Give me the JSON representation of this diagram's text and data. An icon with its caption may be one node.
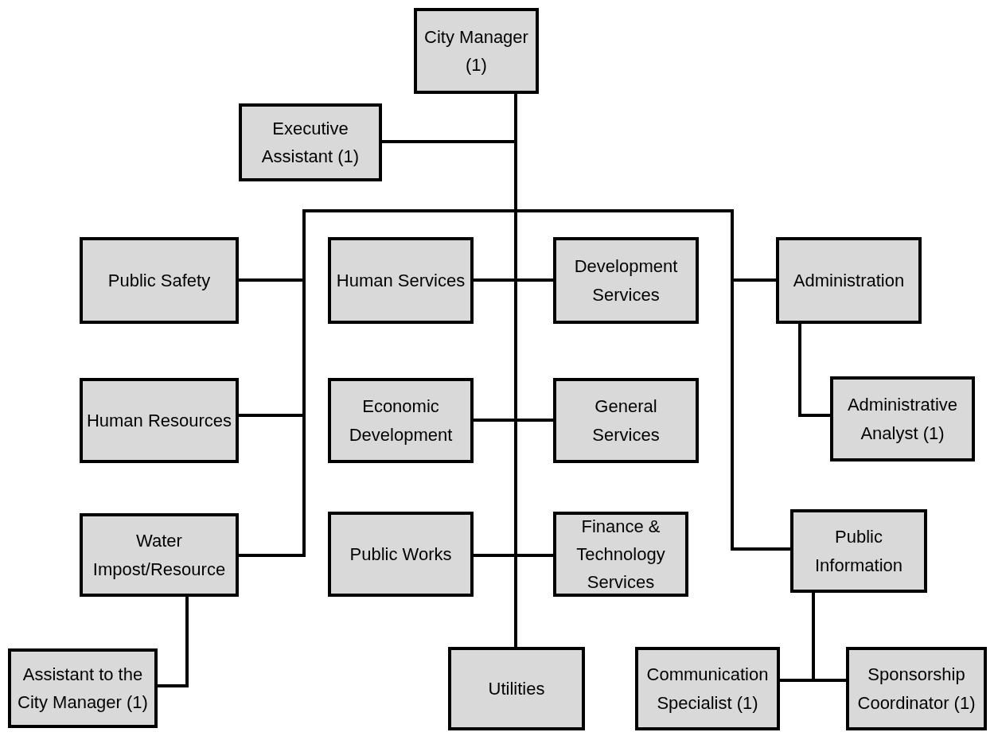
{
  "diagram": {
    "nodes": [
      {
        "text": [
          "City Manager (1)"
        ]
      },
      {
        "text": [
          "Executive Assistant (1)"
        ]
      },
      {
        "text": [
          "Public Safety"
        ]
      },
      {
        "text": [
          "Human Services"
        ]
      },
      {
        "text": [
          "Development Services"
        ]
      },
      {
        "text": [
          "Administration"
        ]
      },
      {
        "text": [
          "Human Resources"
        ]
      },
      {
        "text": [
          "Economic Development"
        ]
      },
      {
        "text": [
          "General Services"
        ]
      },
      {
        "text": [
          "Administrative Analyst (1)"
        ]
      },
      {
        "text": [
          "Water Impost/Resource"
        ]
      },
      {
        "text": [
          "Public Works"
        ]
      },
      {
        "text": [
          "Finance & Technology Services"
        ]
      },
      {
        "text": [
          "Public Information"
        ]
      },
      {
        "text": [
          "Assistant to the City Manager (1)"
        ]
      },
      {
        "text": [
          "Utilities"
        ]
      },
      {
        "text": [
          "Communication Specialist (1)"
        ]
      },
      {
        "text": [
          "Sponsorship Coordinator (1)"
        ]
      }
    ],
    "edges": [
      {
        "from": 0,
        "to": 1,
        "arrow": "none"
      },
      {
        "from": 0,
        "to": 2,
        "arrow": "none"
      },
      {
        "from": 0,
        "to": 3,
        "arrow": "none"
      },
      {
        "from": 0,
        "to": 4,
        "arrow": "none"
      },
      {
        "from": 0,
        "to": 5,
        "arrow": "none"
      },
      {
        "from": 0,
        "to": 6,
        "arrow": "none"
      },
      {
        "from": 0,
        "to": 7,
        "arrow": "none"
      },
      {
        "from": 0,
        "to": 8,
        "arrow": "none"
      },
      {
        "from": 5,
        "to": 9,
        "arrow": "none"
      },
      {
        "from": 0,
        "to": 10,
        "arrow": "none"
      },
      {
        "from": 0,
        "to": 11,
        "arrow": "none"
      },
      {
        "from": 0,
        "to": 12,
        "arrow": "none"
      },
      {
        "from": 0,
        "to": 13,
        "arrow": "none"
      },
      {
        "from": 10,
        "to": 14,
        "arrow": "none"
      },
      {
        "from": 0,
        "to": 15,
        "arrow": "none"
      },
      {
        "from": 13,
        "to": 16,
        "arrow": "none"
      },
      {
        "from": 13,
        "to": 17,
        "arrow": "none"
      }
    ]
  }
}
